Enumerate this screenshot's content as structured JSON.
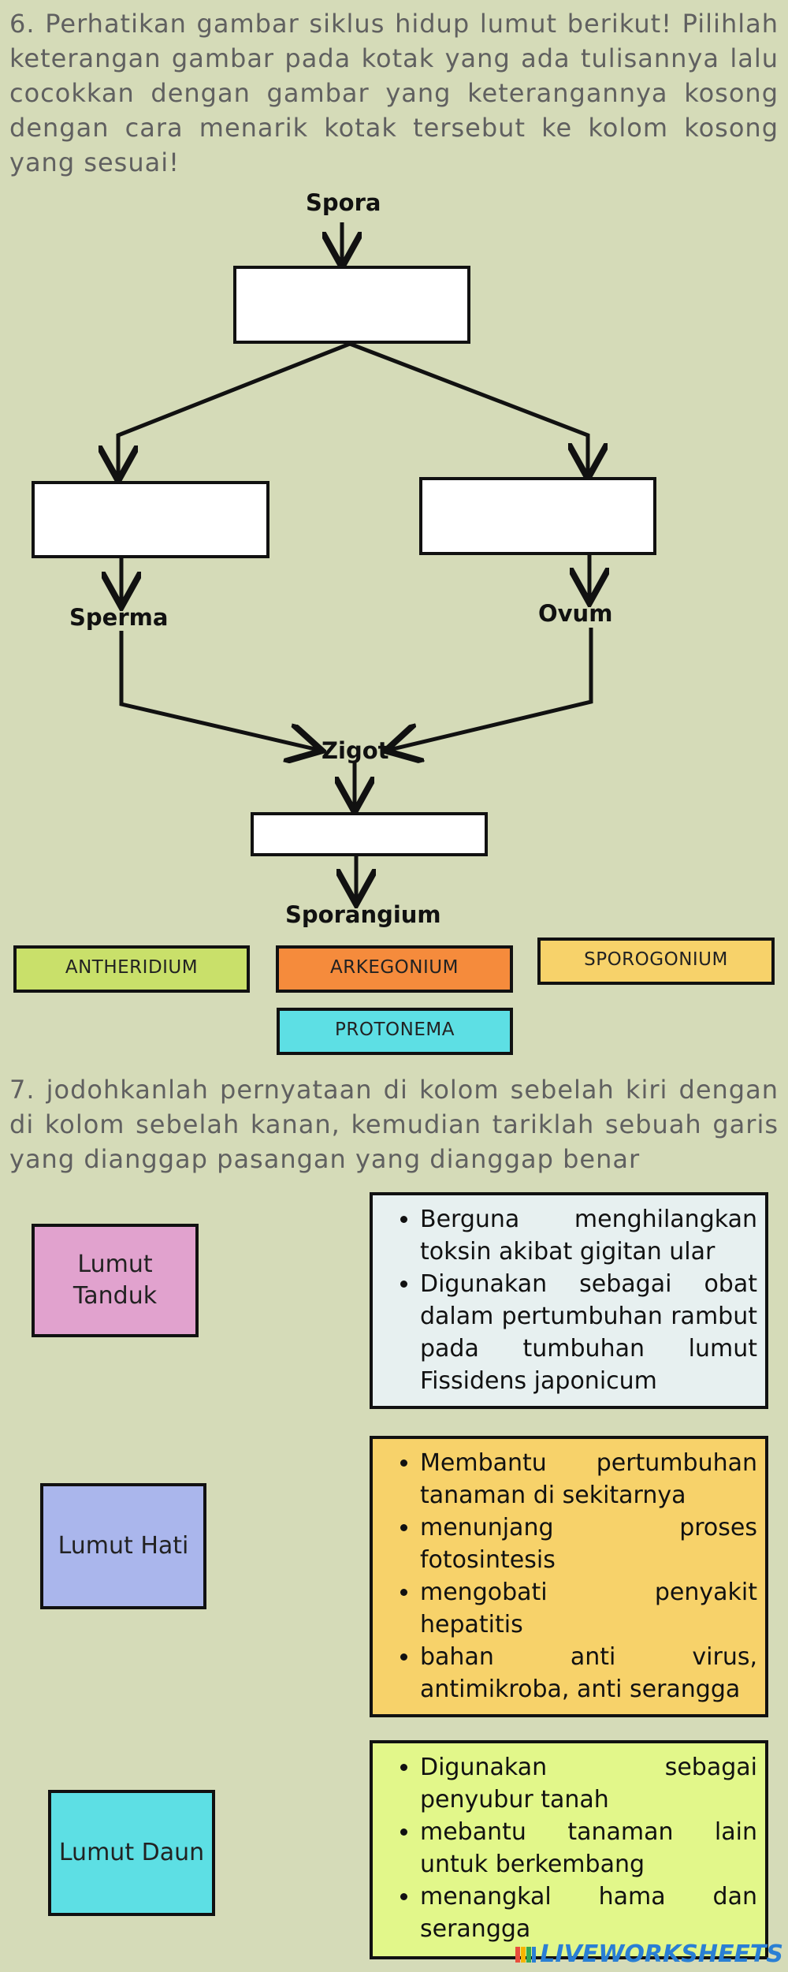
{
  "question6": {
    "text": "6. Perhatikan gambar siklus hidup lumut berikut! Pilihlah keterangan gambar pada kotak yang ada tulisannya lalu cocokkan dengan gambar yang keterangannya kosong dengan cara menarik kotak tersebut ke kolom kosong yang sesuai!"
  },
  "diagram": {
    "labels": {
      "spora": "Spora",
      "sperma": "Sperma",
      "ovum": "Ovum",
      "zigot": "Zigot",
      "sporangium": "Sporangium"
    }
  },
  "options": [
    {
      "label": "ANTHERIDIUM",
      "color": "#c9e06a"
    },
    {
      "label": "ARKEGONIUM",
      "color": "#f58b3c"
    },
    {
      "label": "SPOROGONIUM",
      "color": "#f7d26a"
    },
    {
      "label": "PROTONEMA",
      "color": "#5ddfe4"
    }
  ],
  "question7": {
    "text": "7. jodohkanlah pernyataan di kolom sebelah kiri dengan di kolom sebelah kanan, kemudian tariklah sebuah garis yang dianggap pasangan yang dianggap benar"
  },
  "left_items": [
    {
      "label": "Lumut Tanduk",
      "color": "#e1a2ce"
    },
    {
      "label": "Lumut Hati",
      "color": "#aab6ec"
    },
    {
      "label": "Lumut Daun",
      "color": "#5ddfe4"
    }
  ],
  "right_items": [
    {
      "color": "#e7f0f0",
      "bullets": [
        "Berguna menghilangkan toksin akibat gigitan ular",
        "Digunakan sebagai obat dalam pertumbuhan rambut pada tumbuhan lumut Fissidens japonicum"
      ]
    },
    {
      "color": "#f7d26a",
      "bullets": [
        "Membantu pertumbuhan tanaman di sekitarnya",
        "menunjang proses fotosintesis",
        "mengobati penyakit hepatitis",
        "bahan anti virus, antimikroba, anti serangga"
      ]
    },
    {
      "color": "#e2f78a",
      "bullets": [
        "Digunakan sebagai penyubur tanah",
        "mebantu tanaman lain untuk berkembang",
        "menangkal hama dan serangga"
      ]
    }
  ],
  "watermark": {
    "text": "LIVEWORKSHEETS"
  }
}
